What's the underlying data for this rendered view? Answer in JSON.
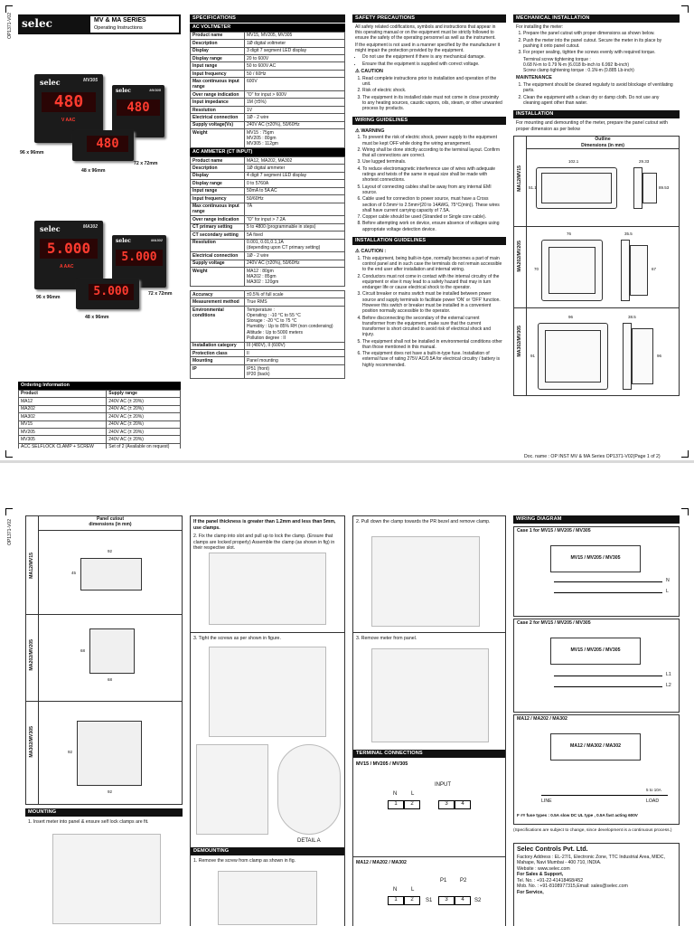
{
  "doc_id": "OP1371-V02",
  "brand": "selec",
  "series_title": "MV & MA SERIES",
  "series_subtitle": "Operating Instructions",
  "photos": {
    "mv_size_a": "96 x 96mm",
    "mv_size_b": "72 x 72mm",
    "mv_size_c": "48 x 96mm",
    "ma_size_a": "96 x 96mm",
    "ma_size_b": "72 x 72mm",
    "ma_size_c": "48 x 96mm",
    "mv_reading": "480",
    "mv_model": "MV305",
    "mv_unit": "V AAC",
    "ma_reading": "5.000",
    "ma_model": "MA302",
    "ma_unit": "A AAC"
  },
  "ordering": {
    "title": "Ordering Information",
    "headers": [
      "Product",
      "Supply range"
    ],
    "rows": [
      [
        "MA12",
        "240V AC (± 20%)"
      ],
      [
        "MA202",
        "240V AC (± 20%)"
      ],
      [
        "MA302",
        "240V AC (± 20%)"
      ],
      [
        "MV15",
        "240V AC (± 20%)"
      ],
      [
        "MV205",
        "240V AC (± 20%)"
      ],
      [
        "MV305",
        "240V AC (± 20%)"
      ],
      [
        "ACC SELFLOCK CLAMP + SCREW",
        "Set of 2 (Available on request)"
      ]
    ]
  },
  "specs": {
    "title": "SPECIFICATIONS",
    "voltmeter_title": "AC VOLTMETER",
    "voltmeter": [
      [
        "Product name",
        "MV15, MV205, MV305"
      ],
      [
        "Description",
        "1Ø digital voltmeter"
      ],
      [
        "Display",
        "3 digit 7 segment LED display"
      ],
      [
        "Display range",
        "20 to 600V"
      ],
      [
        "Input range",
        "50 to 600V AC"
      ],
      [
        "Input frequency",
        "50 / 60Hz"
      ],
      [
        "Max continuous input range",
        "600V"
      ],
      [
        "Over range indication",
        "\"O\" for input > 600V"
      ],
      [
        "Input impedance",
        "1M (±5%)"
      ],
      [
        "Resolution",
        "1V"
      ],
      [
        "Electrical connection",
        "1Ø - 2 wire"
      ],
      [
        "Supply voltage(Vs)",
        "240V AC (±20%), 50/60Hz"
      ],
      [
        "Weight",
        "MV15 : 75gm\nMV205 : 80gm\nMV305 : 112gm"
      ]
    ],
    "ammeter_title": "AC AMMETER (CT INPUT)",
    "ammeter": [
      [
        "Product name",
        "MA12, MA202, MA302"
      ],
      [
        "Description",
        "1Ø digital ammeter"
      ],
      [
        "Display",
        "4 digit 7 segment LED display"
      ],
      [
        "Display range",
        "0 to 5760A"
      ],
      [
        "Input range",
        "50mA to 5A AC"
      ],
      [
        "Input frequency",
        "50/60Hz"
      ],
      [
        "Max continuous input range",
        "7A"
      ],
      [
        "Over range indication",
        "\"O\" for input > 7.2A"
      ],
      [
        "CT primary setting",
        "5 to 4800 (programmable in steps)"
      ],
      [
        "CT secondary setting",
        "5A fixed"
      ],
      [
        "Resolution",
        "0.001, 0.01,0.1,1A\n(depending upon CT primary setting)"
      ],
      [
        "Electrical connection",
        "1Ø - 2 wire"
      ],
      [
        "Supply voltage",
        "240V AC (±20%), 50/60Hz"
      ],
      [
        "Weight",
        "MA12 : 80gm\nMA202 : 85gm\nMA302 : 120gm"
      ]
    ],
    "common": [
      [
        "Accuracy",
        "±0.5% of full scale"
      ],
      [
        "Measurement method",
        "True RMS"
      ],
      [
        "Environmental conditions",
        "Temperature :\nOperating : -10 °C to 55 °C\nStorage : -20 °C to 75 °C\nHumidity : Up to 85% RH (non condensing)\nAltitude : Up to 5000 meters\nPollution degree : II"
      ],
      [
        "Installation category",
        "III (480V), II (600V)"
      ],
      [
        "Protection class",
        "II"
      ],
      [
        "Mounting",
        "Panel mounting"
      ],
      [
        "IP",
        "IP51 (front)\nIP20 (back)"
      ]
    ]
  },
  "safety": {
    "title": "SAFETY PRECAUTIONS",
    "intro": "All safety related codifications, symbols and instructions that appear in this operating manual or on the equipment must be strictly followed to ensure the safety of the operating personnel as well as the instrument.",
    "intro2": "If the equipment is not used in a manner specified by the manufacturer it might impair the protection provided by the equipment.",
    "bullets": [
      "Do not use the equipment if there is any mechanical damage.",
      "Ensure that the equipment is supplied with correct voltage."
    ],
    "caution_label": "CAUTION",
    "caution": [
      "Read complete instructions prior to installation and operation of the unit.",
      "Risk of electric shock.",
      "The equipment in its installed state must not come in close proximity to any heating sources, caustic vapors, oils, steam, or other unwanted process by products."
    ]
  },
  "wiring_guidelines": {
    "title": "WIRING GUIDELINES",
    "warning_label": "WARNING",
    "items": [
      "To prevent the risk of electric shock, power supply to the equipment must be kept OFF while doing the wiring arrangement.",
      "Wiring shall be done strictly according to the terminal layout. Confirm that all connections are correct.",
      "Use lugged terminals.",
      "To reduce electromagnetic interference use of wires with adequate ratings and twists of the same in equal size shall be made with shortest connections.",
      "Layout of connecting cables shall be away from any internal EMI source.",
      "Cable used for connection to power source, must have a Cross section of 0.5mm² to 2.5mm²(20 to 14AWG, 75°C(min)). These wires shall have current carrying capacity of 7.5A.",
      "Copper cable should be used (Stranded or Single core cable).",
      "Before attempting work on device, ensure absence of voltages using appropriate voltage detection device."
    ]
  },
  "install_guidelines": {
    "title": "INSTALLATION GUIDELINES",
    "caution_label": "CAUTION :",
    "items": [
      "This equipment, being built-in-type, normally becomes a part of main control panel and in such case the terminals do not remain accessible to the end user after installation and internal wiring.",
      "Conductors must not come in contact with the internal circuitry of the equipment or else it may lead to a safety hazard that may in turn endanger life or cause electrical shock to the operator.",
      "Circuit breaker or mains switch must be installed between power source and supply terminals to facilitate power 'ON' or 'OFF' function. However this switch or breaker must be installed in a convenient position normally accessible to the operator.",
      "Before disconnecting the secondary of the external current transformer from the equipment, make sure that the current transformer is short circuited to avoid risk of electrical shock and injury.",
      "The equipment shall not be installed in environmental conditions other than those mentioned in this manual.",
      "The equipment does not have a built-in-type fuse. Installation of external fuse of rating 275V AC/0.5A for electrical circuitry / battery is highly recommended."
    ]
  },
  "mechanical": {
    "title": "MECHANICAL INSTALLATION",
    "intro": "For installing the meter:",
    "items": [
      "Prepare the panel cutout with proper dimensions as shown below.",
      "Push the meter into the panel cutout. Secure the meter in its place by pushing it onto panel cutout.",
      "For proper sealing, tighten the screws evenly with required torque."
    ],
    "torque": "Terminal screw tightening torque :\n0.68 N-m to 0.79 N-m (6.018 lb-inch to 6.992 lb-inch)\nScrew clamp tightening torque : 0.1N-m (0.885 Lb-inch)",
    "maintenance_title": "MAINTENANCE",
    "maintenance": [
      "The equipment should be cleaned regularly to avoid blockage of ventilating parts.",
      "Clean the equipment with a clean dry or damp cloth. Do not use any cleaning agent other than water."
    ]
  },
  "installation": {
    "title": "INSTALLATION",
    "intro": "For mounting and demounting of the meter, prepare the panel cutout with proper dimension as per below",
    "outline_title": "Outline\nDimensions (in mm)",
    "models": [
      "MA12/MV15",
      "MA202/MV205",
      "MA302/MV305"
    ],
    "dims_1": [
      "102.1",
      "29.33",
      "89.53",
      "51.1"
    ],
    "dims_2": [
      "76",
      "35.5",
      "70",
      "67"
    ],
    "dims_3": [
      "96",
      "38.5",
      "91",
      "96"
    ]
  },
  "doc_name": "Doc. name : OP INST MV & MA Series OP1371-V02(Page 1 of 2)",
  "page2": {
    "cutout_title": "Panel cutout\ndimensions (in mm)",
    "models": [
      "MA12/MV15",
      "MA202/MV205",
      "MA302/MV305"
    ],
    "cut1": [
      "92",
      "45"
    ],
    "cut2": [
      "68",
      "68"
    ],
    "cut3": [
      "92",
      "92"
    ],
    "mounting_title": "MOUNTING",
    "mounting_1": "1. Insert meter into panel & ensure self lock clamps are fit.",
    "step_thick": "If the panel thickness is greater than 1.2mm and less than 5mm, use clamps.",
    "step_2": "2. Fix the clamp into slot and pull up to lock the clamp. (Ensure that clamps are locked properly) Assemble the clamp (as shown in fig) in their respective slot.",
    "step_3": "3. Tight the screws as per shown in figure.",
    "detail_a": "DETAIL A",
    "demounting_title": "DEMOUNTING",
    "demount_1": "1. Remove the screw from clamp as shown in fig.",
    "demount_2": "2. Pull down the clamp towards the PR bezel and remove clamp.",
    "demount_3": "3. Remove meter from panel.",
    "terminal_title": "TERMINAL CONNECTIONS",
    "term_mv": "MV15 / MV205 / MV305",
    "term_ma": "MA12 / MA202 / MA302",
    "input_label": "INPUT",
    "n": "N",
    "l": "L",
    "t1": "1",
    "t2": "2",
    "t3": "3",
    "t4": "4",
    "p1": "P1",
    "p2": "P2",
    "s1": "S1",
    "s2": "S2",
    "wiring_title": "WIRING DIAGRAM",
    "case1": "Case 1 for MV15 / MV205 / MV305",
    "case2": "Case 2 for MV15 / MV205 / MV305",
    "case3": "MA12 / MA202 / MA302",
    "diag1": "MV15 / MV205 / MV305",
    "diag2": "MV15 / MV205 / MV305",
    "diag3": "MA12 / MA302 / MA302",
    "l1": "L1",
    "l2": "L2",
    "line": "LINE",
    "load": "LOAD",
    "ct_ratio": "5 to 10A",
    "fuse_note": "F ## fuse types : 0.5A slow DC UL type , 0.5A fast acting 600V",
    "spec_note": "(Specifications are subject to change, since development is a continuous process.)",
    "company": "Selec Controls Pvt. Ltd.",
    "address": "Factory Address : EL-27/1, Electronic Zone, TTC Industrial Area, MIDC, Mahape, Navi Mumbai - 400 710, INDIA.",
    "website": "Website : www.selec.com",
    "sales": "For Sales & Support,",
    "tel": "Tel. No. : +91-22-41418468/452",
    "mob": "Mob. No. : +91-8108977315,Email: sales@selec.com",
    "service": "For Service,"
  }
}
